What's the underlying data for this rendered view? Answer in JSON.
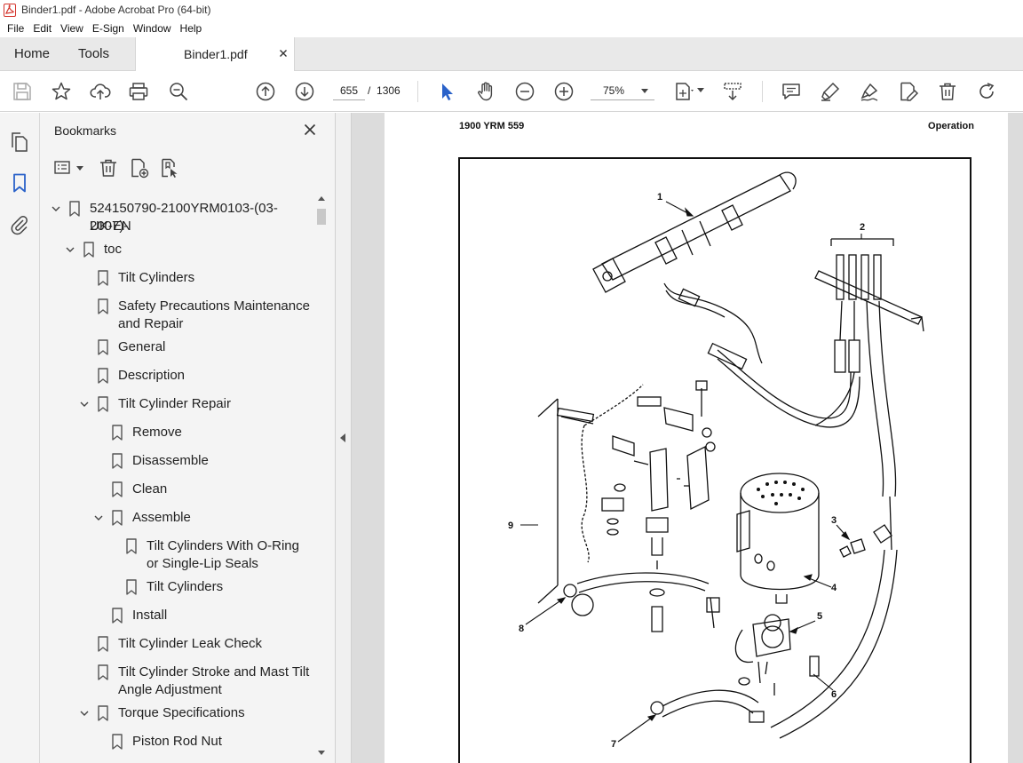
{
  "window": {
    "title": "Binder1.pdf - Adobe Acrobat Pro (64-bit)"
  },
  "menu": [
    "File",
    "Edit",
    "View",
    "E-Sign",
    "Window",
    "Help"
  ],
  "tabs": {
    "home": "Home",
    "tools": "Tools",
    "document": "Binder1.pdf"
  },
  "toolbar": {
    "page_current": "655",
    "page_separator": "/",
    "page_total": "1306",
    "zoom": "75%",
    "icons": [
      "save-icon",
      "bookmark-star-icon",
      "upload-icon",
      "print-icon",
      "zoom-search-icon",
      "page-up-icon",
      "page-down-icon",
      "select-pointer-icon",
      "hand-icon",
      "zoom-out-icon",
      "zoom-in-icon",
      "page-fit-icon",
      "scroll-mode-icon",
      "comment-icon",
      "highlight-icon",
      "sign-icon",
      "edit-pdf-icon",
      "delete-icon",
      "rotate-icon"
    ]
  },
  "panel": {
    "title": "Bookmarks",
    "tree": [
      {
        "label": "524150790-2100YRM0103-(03-2007)-UK-EN",
        "label2": "UK-EN",
        "level": 0,
        "expanded": true
      },
      {
        "label": "toc",
        "level": 1,
        "expanded": true
      },
      {
        "label": "Tilt Cylinders",
        "level": 2
      },
      {
        "label": "Safety Precautions Maintenance",
        "label2": "and Repair",
        "level": 2
      },
      {
        "label": "General",
        "level": 2
      },
      {
        "label": "Description",
        "level": 2
      },
      {
        "label": "Tilt Cylinder Repair",
        "level": 2,
        "expanded": true
      },
      {
        "label": "Remove",
        "level": 3
      },
      {
        "label": "Disassemble",
        "level": 3
      },
      {
        "label": "Clean",
        "level": 3
      },
      {
        "label": "Assemble",
        "level": 3,
        "expanded": true
      },
      {
        "label": "Tilt Cylinders With O-Ring",
        "label2": "or Single-Lip Seals",
        "level": 4
      },
      {
        "label": "Tilt Cylinders",
        "level": 4
      },
      {
        "label": "Install",
        "level": 3
      },
      {
        "label": "Tilt Cylinder Leak Check",
        "level": 2
      },
      {
        "label": "Tilt Cylinder Stroke and Mast Tilt",
        "label2": "Angle Adjustment",
        "level": 2
      },
      {
        "label": "Torque Specifications",
        "level": 2,
        "expanded": true
      },
      {
        "label": "Piston Rod Nut",
        "level": 3
      }
    ]
  },
  "document": {
    "header_left": "1900 YRM 559",
    "header_right": "Operation",
    "callouts": [
      "1",
      "2",
      "3",
      "4",
      "5",
      "6",
      "7",
      "8",
      "9"
    ]
  }
}
